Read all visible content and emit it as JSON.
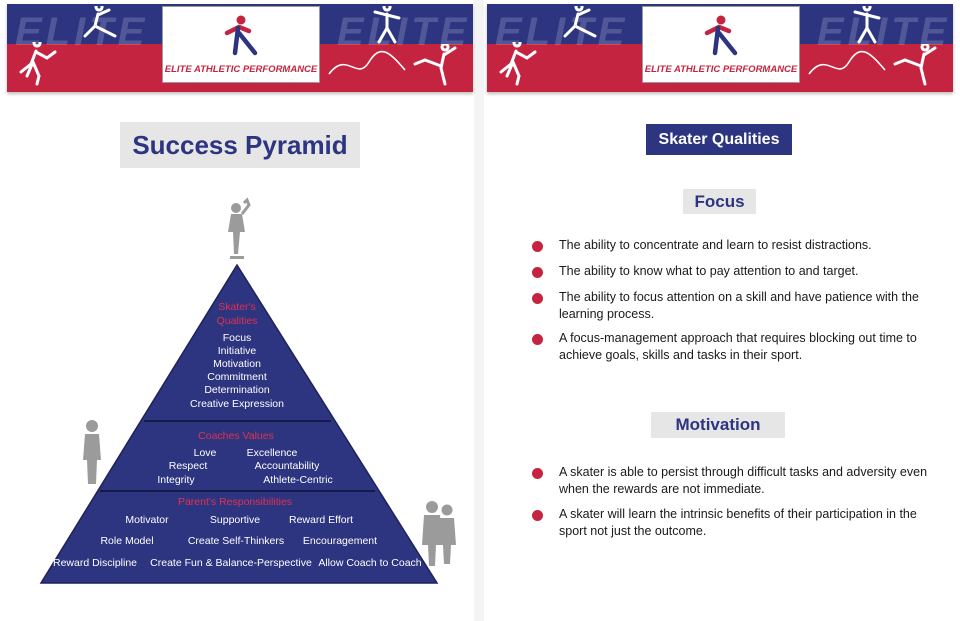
{
  "brand": {
    "name": "ELITE ATHLETIC PERFORMANCE",
    "ghost_text": "ELITE",
    "colors": {
      "navy": "#2d3480",
      "red": "#c4243f",
      "gray": "#e6e6e6"
    }
  },
  "left": {
    "title": "Success Pyramid",
    "pyramid": {
      "top": {
        "heading": [
          "Skater's",
          "Qualities"
        ],
        "items": [
          "Focus",
          "Initiative",
          "Motivation",
          "Commitment",
          "Determination",
          "Creative Expression"
        ]
      },
      "middle": {
        "heading": "Coaches Values",
        "items": [
          "Love",
          "Excellence",
          "Respect",
          "Accountability",
          "Integrity",
          "Athlete-Centric"
        ]
      },
      "bottom": {
        "heading": "Parent's Responsibilities",
        "items": [
          "Motivator",
          "Supportive",
          "Reward Effort",
          "Role Model",
          "Create Self-Thinkers",
          "Encouragement",
          "Reward Discipline",
          "Create Fun & Balance-Perspective",
          "Allow Coach to Coach"
        ]
      }
    }
  },
  "right": {
    "title": "Skater Qualities",
    "sections": [
      {
        "heading": "Focus",
        "bullets": [
          "The ability to concentrate and learn to resist distractions.",
          "The ability to know what to pay attention to and target.",
          "The ability to focus attention on a skill and have patience with the learning process.",
          "A focus-management approach that requires blocking out time to achieve goals, skills and tasks in their sport."
        ]
      },
      {
        "heading": "Motivation",
        "bullets": [
          "A skater is able to persist through difficult tasks and adversity even when the rewards are not immediate.",
          "A skater will learn the intrinsic benefits of their participation in the sport not just the outcome."
        ]
      }
    ]
  },
  "icons": [
    "skater-silhouette-icon",
    "woman-silhouette-icon",
    "couple-silhouette-icon",
    "logo-runner-icon",
    "bullet-dot-icon"
  ]
}
